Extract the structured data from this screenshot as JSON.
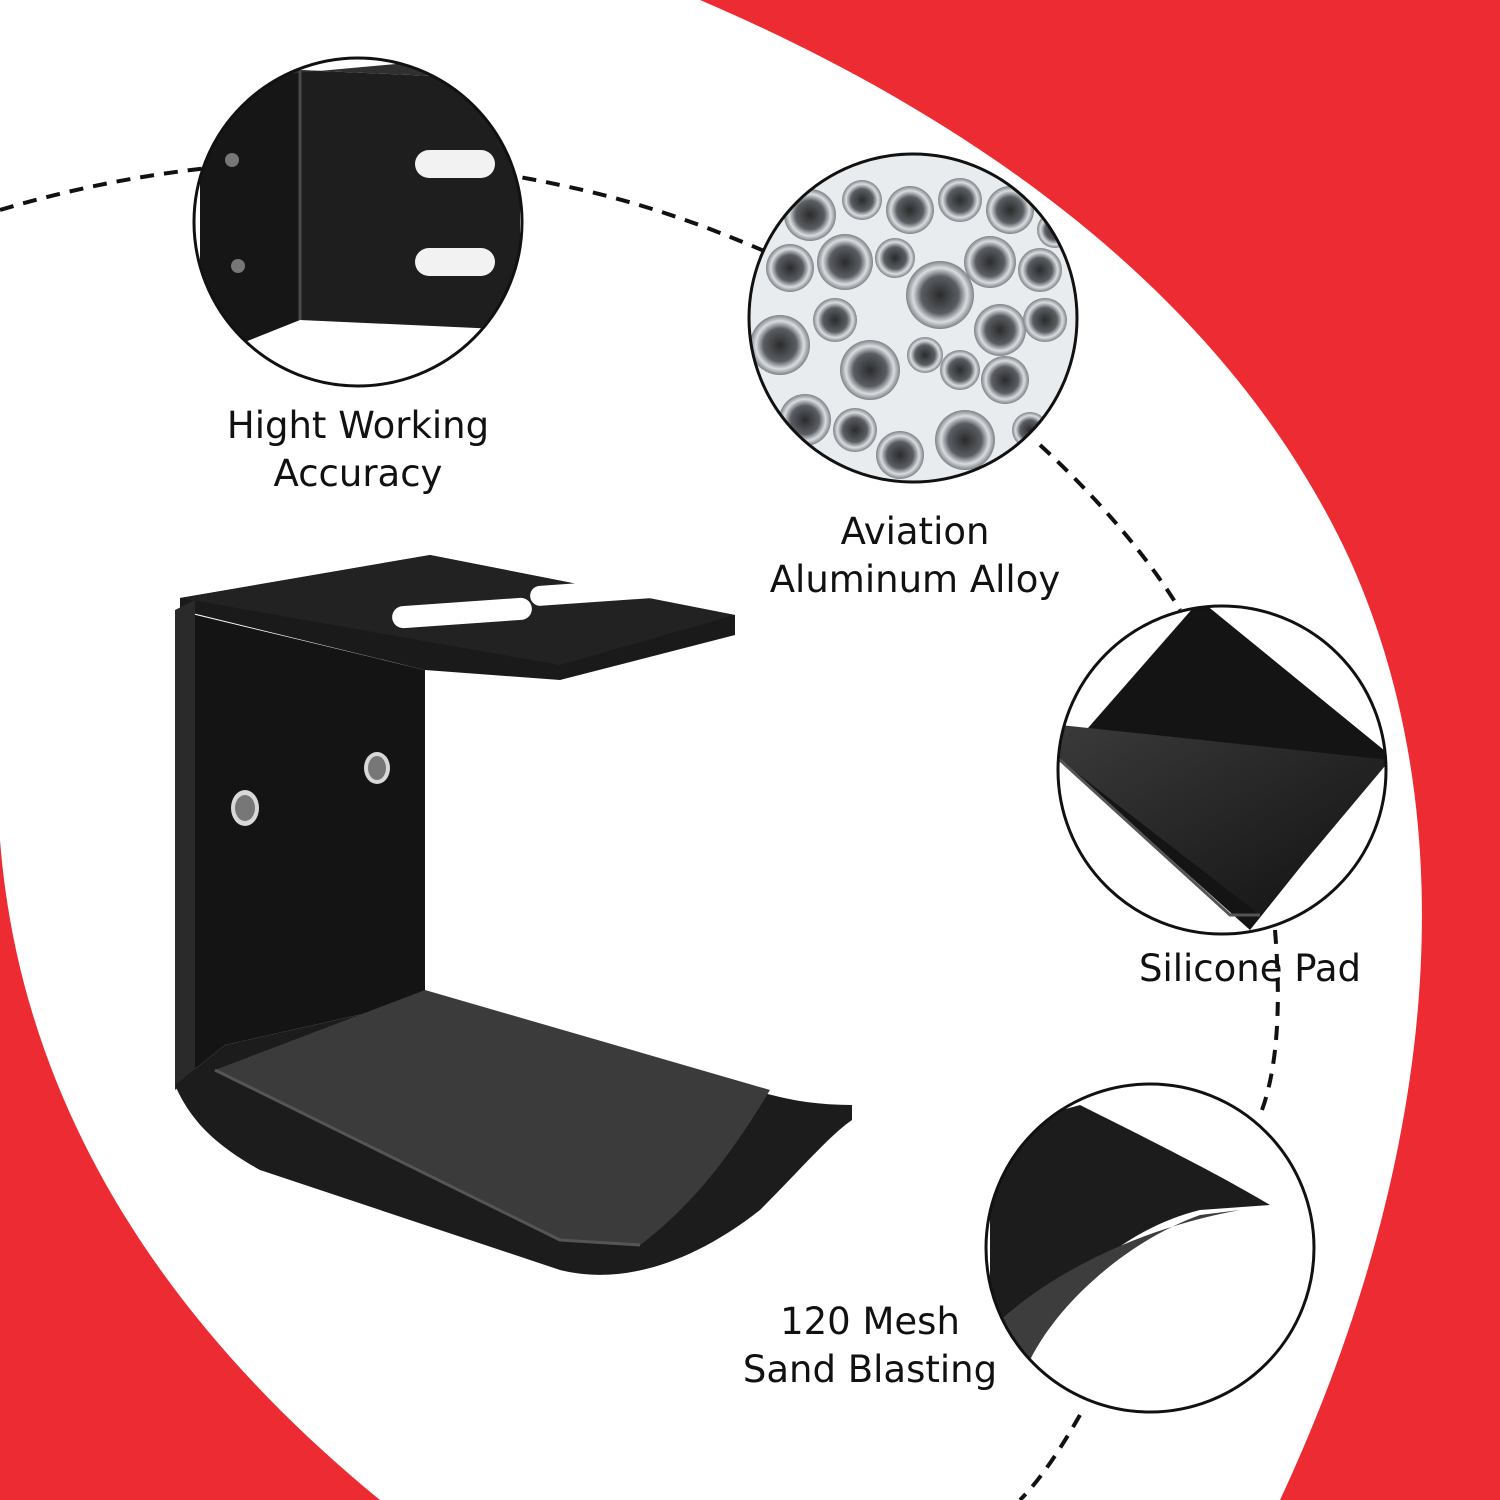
{
  "features": [
    {
      "id": "accuracy",
      "line1": "Hight Working",
      "line2": "Accuracy"
    },
    {
      "id": "alloy",
      "line1": "Aviation",
      "line2": "Aluminum Alloy"
    },
    {
      "id": "silicone",
      "line1": "Silicone Pad"
    },
    {
      "id": "sand",
      "line1": "120 Mesh",
      "line2": "Sand Blasting"
    }
  ],
  "colors": {
    "accent_red": "#ec2b32",
    "background": "#ffffff",
    "product_black": "#1a1a1a",
    "text": "#111111"
  }
}
